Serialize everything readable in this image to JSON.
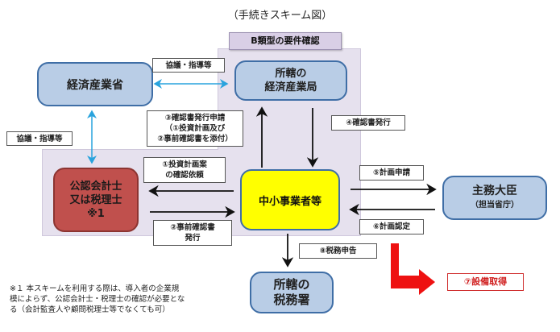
{
  "title": "（手続きスキーム図）",
  "region_label": "B類型の要件確認",
  "nodes": {
    "meti": "経済産業省",
    "regional_bureau_line1": "所轄の",
    "regional_bureau_line2": "経済産業局",
    "accountant_line1": "公認会計士",
    "accountant_line2": "又は税理士",
    "accountant_line3": "※1",
    "sme": "中小事業者等",
    "minister_line1": "主務大臣",
    "minister_line2": "（担当省庁）",
    "tax_office_line1": "所轄の",
    "tax_office_line2": "税務署"
  },
  "labels": {
    "consult_top": "協議・指導等",
    "consult_left": "協議・指導等",
    "step3_line1": "③確認書発行申請",
    "step3_line2": "（①投資計画及び",
    "step3_line3": "②事前確認書を添付）",
    "step4": "④確認書発行",
    "step1_line1": "①投資計画案",
    "step1_line2": "の確認依頼",
    "step2_line1": "②事前確認書",
    "step2_line2": "発行",
    "step5": "⑤計画申請",
    "step6": "⑥計画認定",
    "step8": "⑧税務申告",
    "step7": "⑦設備取得"
  },
  "note": {
    "line1": "※１ 本スキームを利用する際は、導入者の企業規",
    "line2": "模によらず、公認会計士・税理士の確認が必要とな",
    "line3": "る（会計監査人や顧問税理士等でなくても可）"
  },
  "colors": {
    "blue_node": "#b9cde6",
    "red_node": "#c0504d",
    "yellow_node": "#ffff00",
    "region": "#e6e1ee",
    "accent_red": "#ee1111",
    "cyan_arrow": "#29a3dd"
  }
}
